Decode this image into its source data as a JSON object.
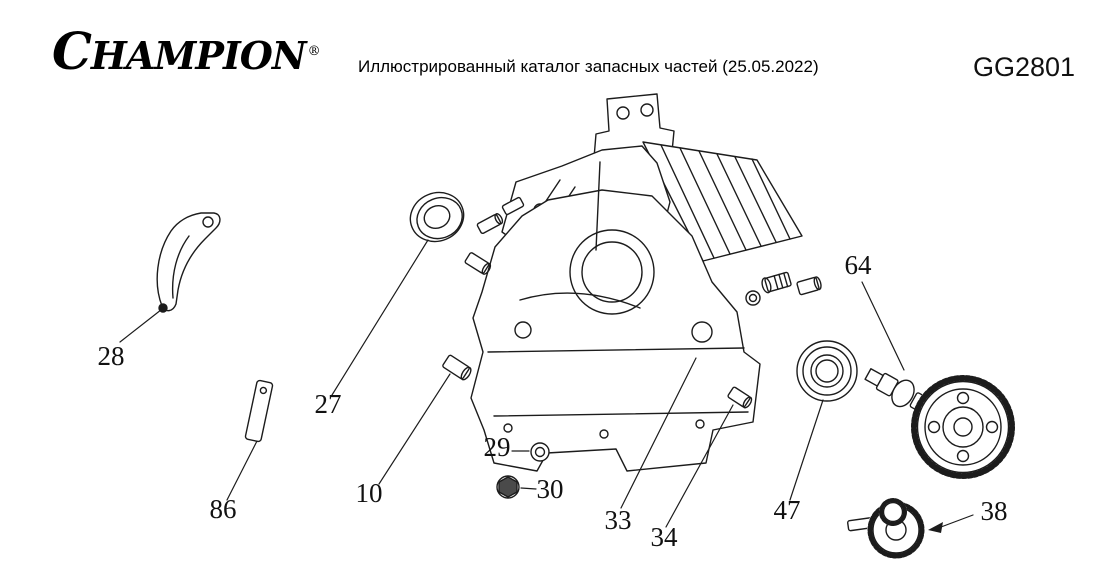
{
  "header": {
    "brand": "CHAMPION",
    "registered_mark": "®",
    "catalog_title": "Иллюстрированный каталог запасных частей (25.05.2022)",
    "model_code": "GG2801"
  },
  "diagram": {
    "part_labels": [
      "28",
      "27",
      "86",
      "10",
      "29",
      "30",
      "33",
      "34",
      "47",
      "64",
      "38"
    ]
  }
}
